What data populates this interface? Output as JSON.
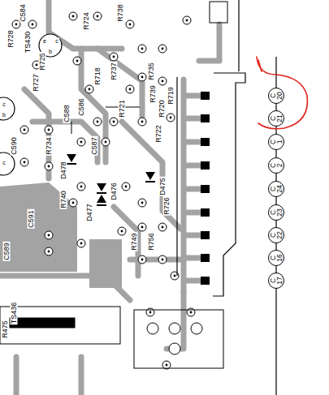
{
  "diagram": {
    "nodes": [
      {
        "text": [
          "C 20"
        ]
      },
      {
        "text": [
          "C 21"
        ]
      },
      {
        "text": [
          "C 1"
        ]
      },
      {
        "text": [
          "C 2"
        ]
      },
      {
        "text": [
          "C 24"
        ]
      },
      {
        "text": [
          "C 23"
        ]
      },
      {
        "text": [
          "C 22"
        ]
      },
      {
        "text": [
          "C 16"
        ]
      },
      {
        "text": [
          "C 17"
        ]
      }
    ],
    "labels": [
      "C584",
      "R728",
      "TS430",
      "R724",
      "R738",
      "R725",
      "R727",
      "R718",
      "R737",
      "R735",
      "C586",
      "R719",
      "R721",
      "R739",
      "R720",
      "C588",
      "R722",
      "R734",
      "C590",
      "D478",
      "C587",
      "D476",
      "R740",
      "D475",
      "D477",
      "R726",
      "C591",
      "R749",
      "R756",
      "C589",
      "TS436",
      "R475",
      "e",
      "b",
      "c",
      "c",
      "b",
      "c"
    ]
  }
}
